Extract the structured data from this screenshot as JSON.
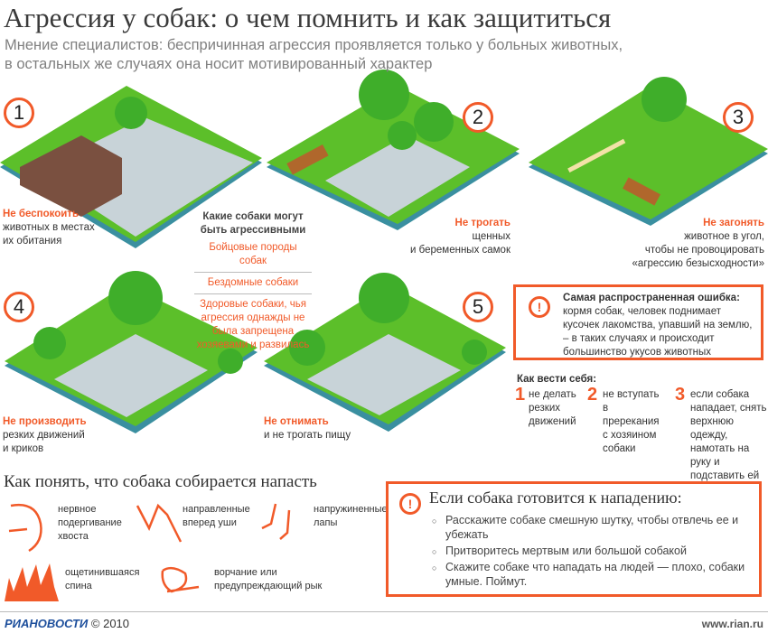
{
  "title": "Агрессия у собак: о чем помнить и как защититься",
  "subtitle": [
    "Мнение специалистов: беспричинная агрессия проявляется только у больных животных,",
    "в остальных же случаях она носит мотивированный  характер"
  ],
  "scenes": [
    {
      "number": "1",
      "action": "Не беспокоить",
      "text": [
        "животных в местах",
        "их обитания"
      ]
    },
    {
      "number": "2",
      "action": "Не трогать",
      "text": [
        "щенных",
        "и беременных самок"
      ]
    },
    {
      "number": "3",
      "action": "Не загонять",
      "text": [
        "животное в угол,",
        "чтобы не провоцировать",
        "«агрессию безысходности»"
      ]
    },
    {
      "number": "4",
      "action": "Не производить",
      "text": [
        "резких движений",
        "и криков"
      ]
    },
    {
      "number": "5",
      "action": "Не отнимать",
      "text": [
        "и не трогать пищу"
      ]
    }
  ],
  "aggressive": {
    "heading": [
      "Какие собаки могут",
      "быть агрессивными"
    ],
    "items": [
      "Бойцовые породы собак",
      "Бездомные собаки",
      "Здоровые собаки, чья агрессия однажды не была запрещена хозяевами и развилась"
    ]
  },
  "mistake": {
    "icon": "exclamation-icon",
    "heading": "Самая распространенная ошибка:",
    "text": "кормя собак, человек поднимает кусочек лакомства, упавший на землю,  – в таких случаях и происходит большинство укусов животных"
  },
  "behave": {
    "heading": "Как вести себя:",
    "items": [
      {
        "n": "1",
        "text": "не делать резких движений"
      },
      {
        "n": "2",
        "text": "не вступать в пререкания с хозяином собаки"
      },
      {
        "n": "3",
        "text": "если собака нападает, снять верхнюю одежду, намотать на руку и подставить ей"
      }
    ]
  },
  "signs": {
    "heading": "Как понять, что собака собирается напасть",
    "items": [
      {
        "icon": "tail-icon",
        "text": "нервное подергивание хвоста"
      },
      {
        "icon": "ears-icon",
        "text": "направленные вперед уши"
      },
      {
        "icon": "paws-icon",
        "text": "напружиненные лапы"
      },
      {
        "icon": "fur-icon",
        "text": "ощетинившаяся спина"
      },
      {
        "icon": "snarl-icon",
        "text": "ворчание или предупреждающий рык"
      }
    ]
  },
  "attack": {
    "icon": "exclamation-icon",
    "heading": "Если собака готовится к нападению:",
    "items": [
      "Расскажите собаке смешную шутку, чтобы отвлечь ее и убежать",
      "Притворитесь мертвым или большой собакой",
      "Скажите собаке что нападать на людей — плохо, собаки умные. Поймут."
    ]
  },
  "footer": {
    "logo": "РИАНОВОСТИ",
    "copyright": "© 2010",
    "url": "www.rian.ru"
  },
  "colors": {
    "accent": "#f15a29",
    "grass": "#5cbf2a",
    "path": "#c8d3d8",
    "base": "#3a8fa0"
  }
}
